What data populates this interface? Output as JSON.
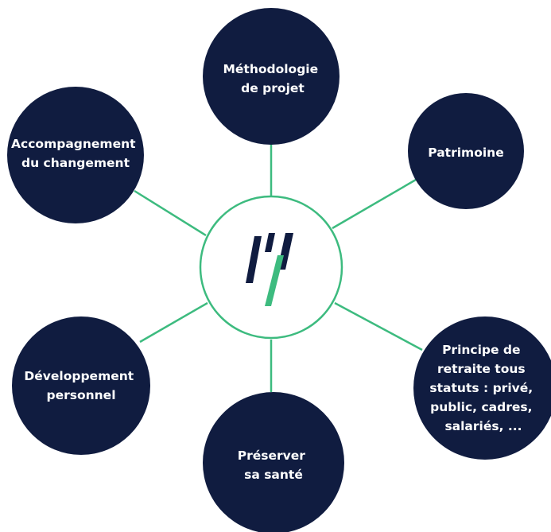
{
  "colors": {
    "node_fill": "#101c40",
    "connector": "#3dbb7f",
    "center_stroke": "#3dbb7f",
    "logo_dark": "#101c40",
    "logo_green": "#3dbb7f",
    "label_text": "#ffffff"
  },
  "center": {
    "logo": "company-logo-icon"
  },
  "nodes": [
    {
      "id": "methodologie",
      "lines": [
        "Méthodologie",
        "de projet"
      ]
    },
    {
      "id": "patrimoine",
      "lines": [
        "Patrimoine"
      ]
    },
    {
      "id": "retraite",
      "lines": [
        "Principe de",
        "retraite tous",
        "statuts : privé,",
        "public, cadres,",
        "salariés, ..."
      ]
    },
    {
      "id": "sante",
      "lines": [
        "Préserver",
        "sa santé"
      ]
    },
    {
      "id": "developpement",
      "lines": [
        "Développement",
        "personnel"
      ]
    },
    {
      "id": "accompagnement",
      "lines": [
        "Accompagnement",
        "du changement"
      ]
    }
  ]
}
